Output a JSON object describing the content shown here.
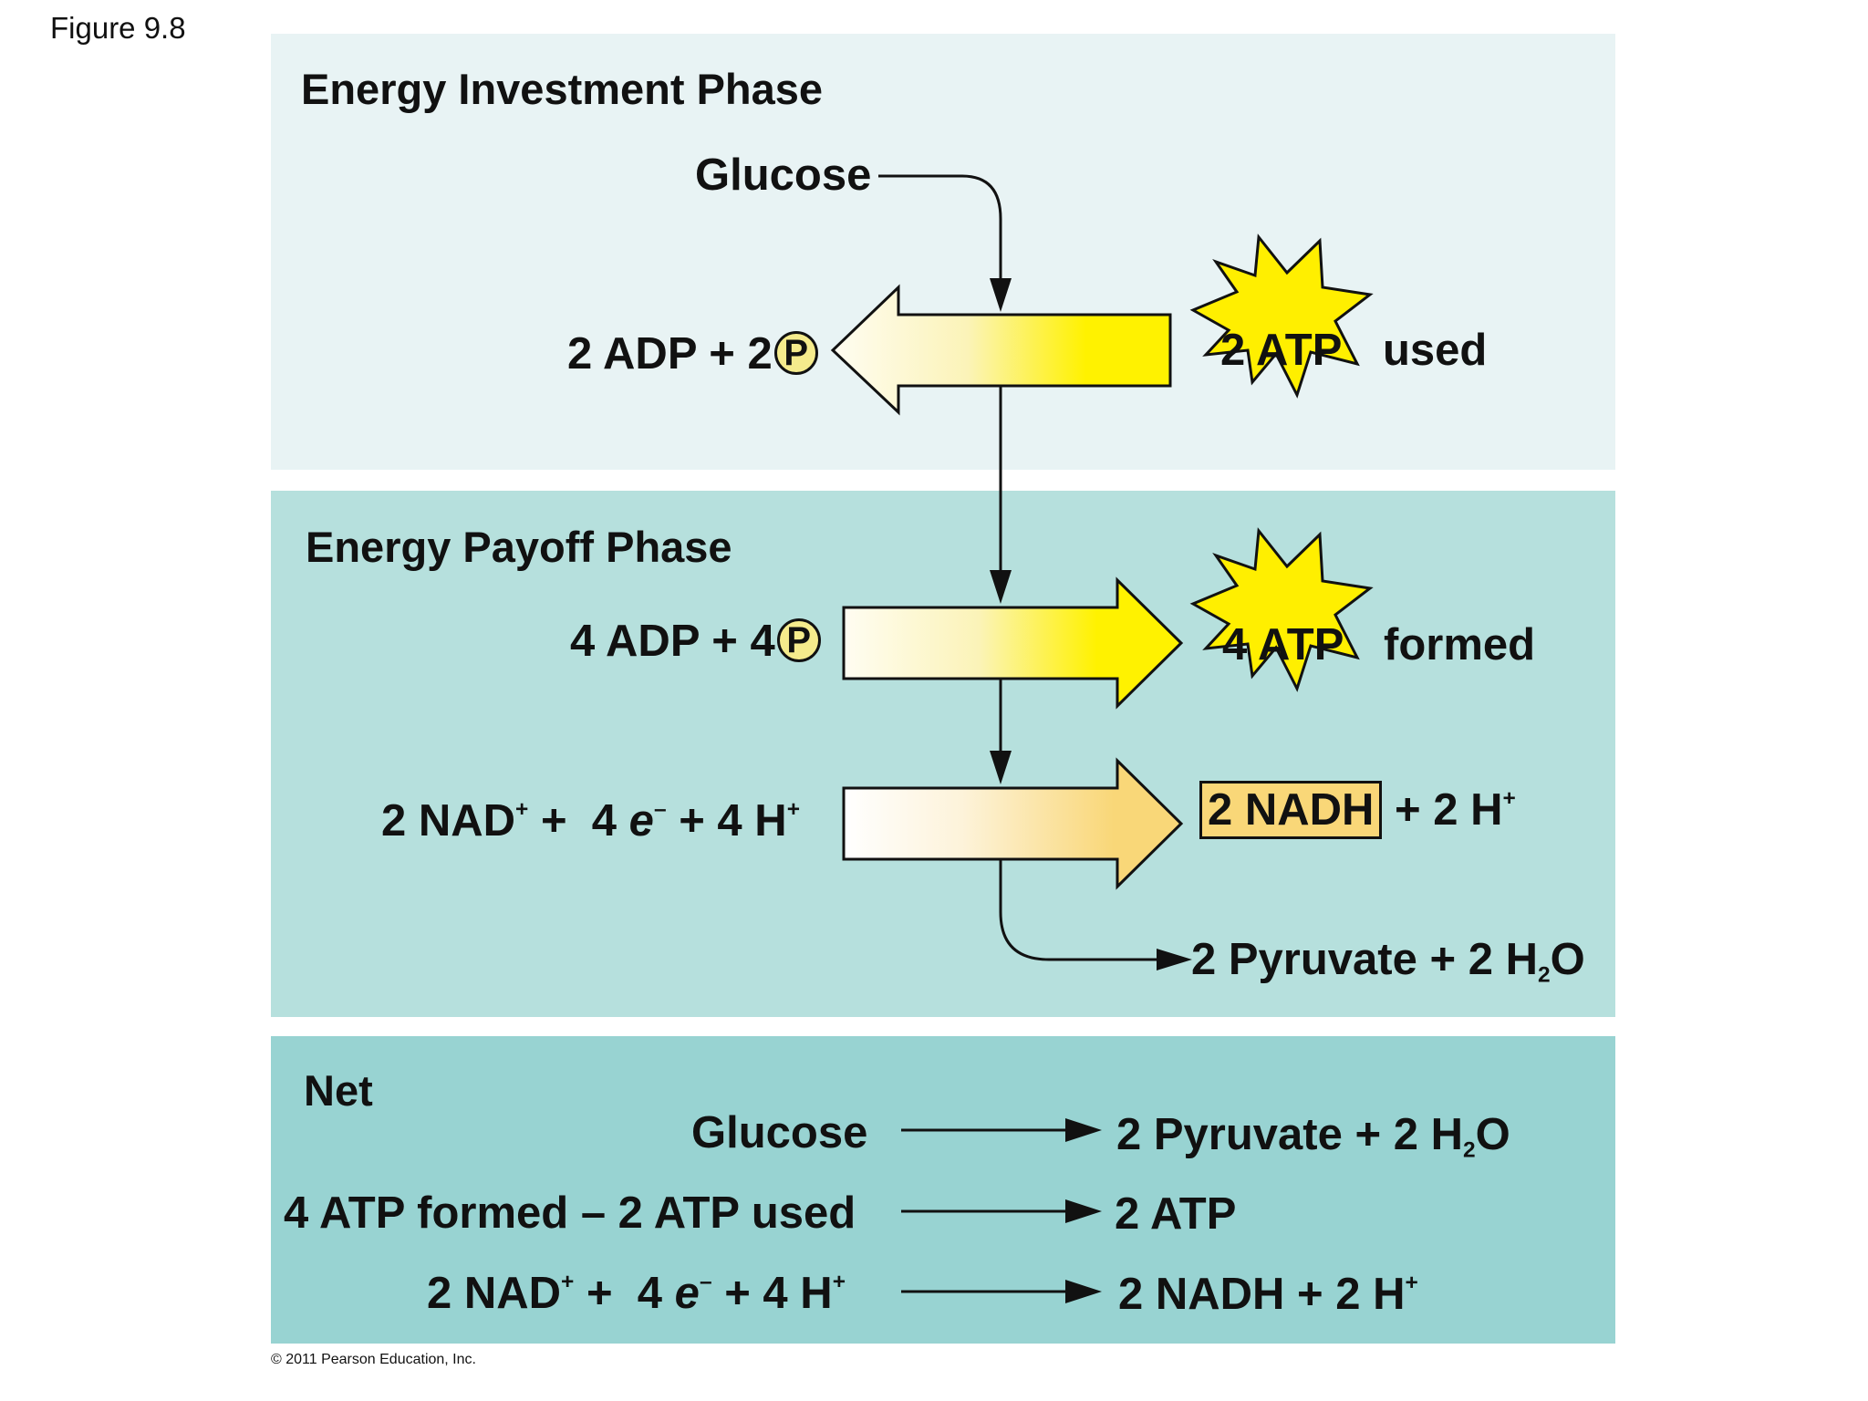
{
  "figure_label": "Figure 9.8",
  "investment": {
    "heading": "Energy Investment Phase",
    "glucose": "Glucose",
    "adp_left": "2 ADP + 2",
    "p_symbol": "P",
    "atp": "2 ATP",
    "atp_note": "used"
  },
  "payoff": {
    "heading": "Energy Payoff Phase",
    "adp_left": "4 ADP + 4",
    "p_symbol": "P",
    "atp": "4 ATP",
    "atp_note": "formed",
    "nad_part1": "2 NAD",
    "nad_sup": "+",
    "nad_part2": " +  4 ",
    "e_symbol": "e",
    "e_sup": "–",
    "nad_part3": " + 4 H",
    "h_sup": "+",
    "nadh": "2 NADH",
    "nadh_tail": " + 2 H",
    "nadh_tail_sup": "+",
    "pyruvate": "2 Pyruvate + 2 H",
    "water_sub": "2",
    "water_o": "O"
  },
  "net": {
    "heading": "Net",
    "row1_left": "Glucose",
    "row1_right": "2 Pyruvate + 2 H",
    "row1_sub": "2",
    "row1_o": "O",
    "row2_left": "4 ATP formed – 2 ATP used",
    "row2_right": "2 ATP",
    "row3_part1": "2 NAD",
    "row3_sup": "+",
    "row3_part2": " +  4 ",
    "row3_e": "e",
    "row3_e_sup": "–",
    "row3_part3": " + 4 H",
    "row3_h_sup": "+",
    "row3_right": "2 NADH + 2 H",
    "row3_right_sup": "+"
  },
  "copyright": "© 2011 Pearson Education, Inc.",
  "colors": {
    "investment_bg": "#e8f3f4",
    "payoff_bg": "#b6e0dd",
    "net_bg": "#98d3d2",
    "atp_burst": "#ffef00",
    "nadh_fill": "#f9d778",
    "p_circle": "#f5eb8c"
  }
}
